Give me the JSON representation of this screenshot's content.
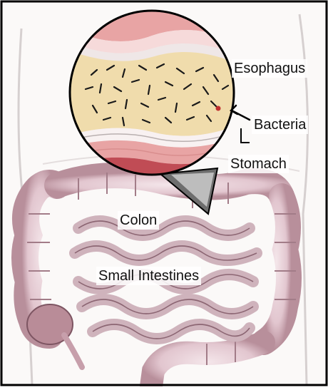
{
  "labels": {
    "esophagus": "Esophagus",
    "bacteria": "Bacteria",
    "stomach": "Stomach",
    "colon": "Colon",
    "small_intestines": "Small Intestines"
  },
  "colors": {
    "lumen": "#f0dcac",
    "mucosa_pink": "#e8a4a4",
    "tissue_red": "#c04c55",
    "intestine_pink": "#e6cfd6",
    "intestine_shadow": "#a07a86",
    "bacteria": "#1a1a1a",
    "frame": "#000000"
  }
}
